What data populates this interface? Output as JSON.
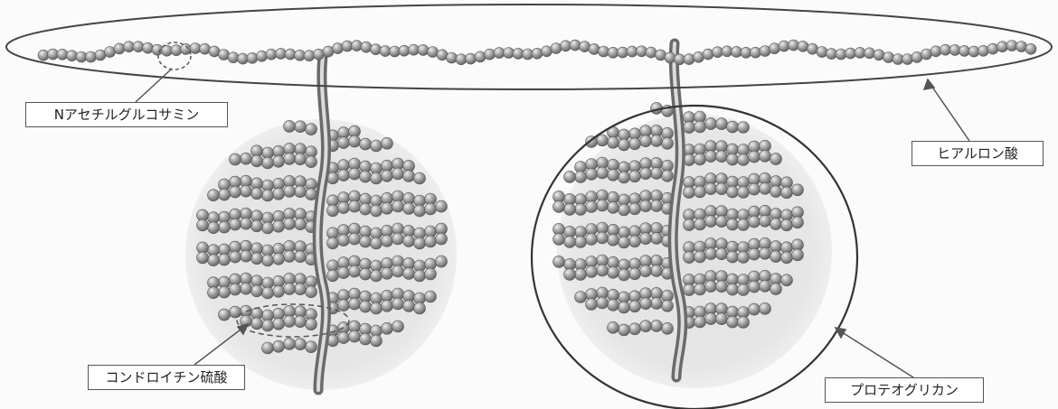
{
  "labels": {
    "n_acetylglucosamine": "Nアセチルグルコサミン",
    "hyaluronic_acid": "ヒアルロン酸",
    "chondroitin_sulfate": "コンドロイチン硫酸",
    "proteoglycan": "プロテオグリカン"
  },
  "colors": {
    "bead_fill": "#8a8a8a",
    "bead_highlight": "#d8d8d8",
    "core_protein": "#9a9a9a",
    "halo": "#e4e4e4",
    "outline": "#555555"
  }
}
